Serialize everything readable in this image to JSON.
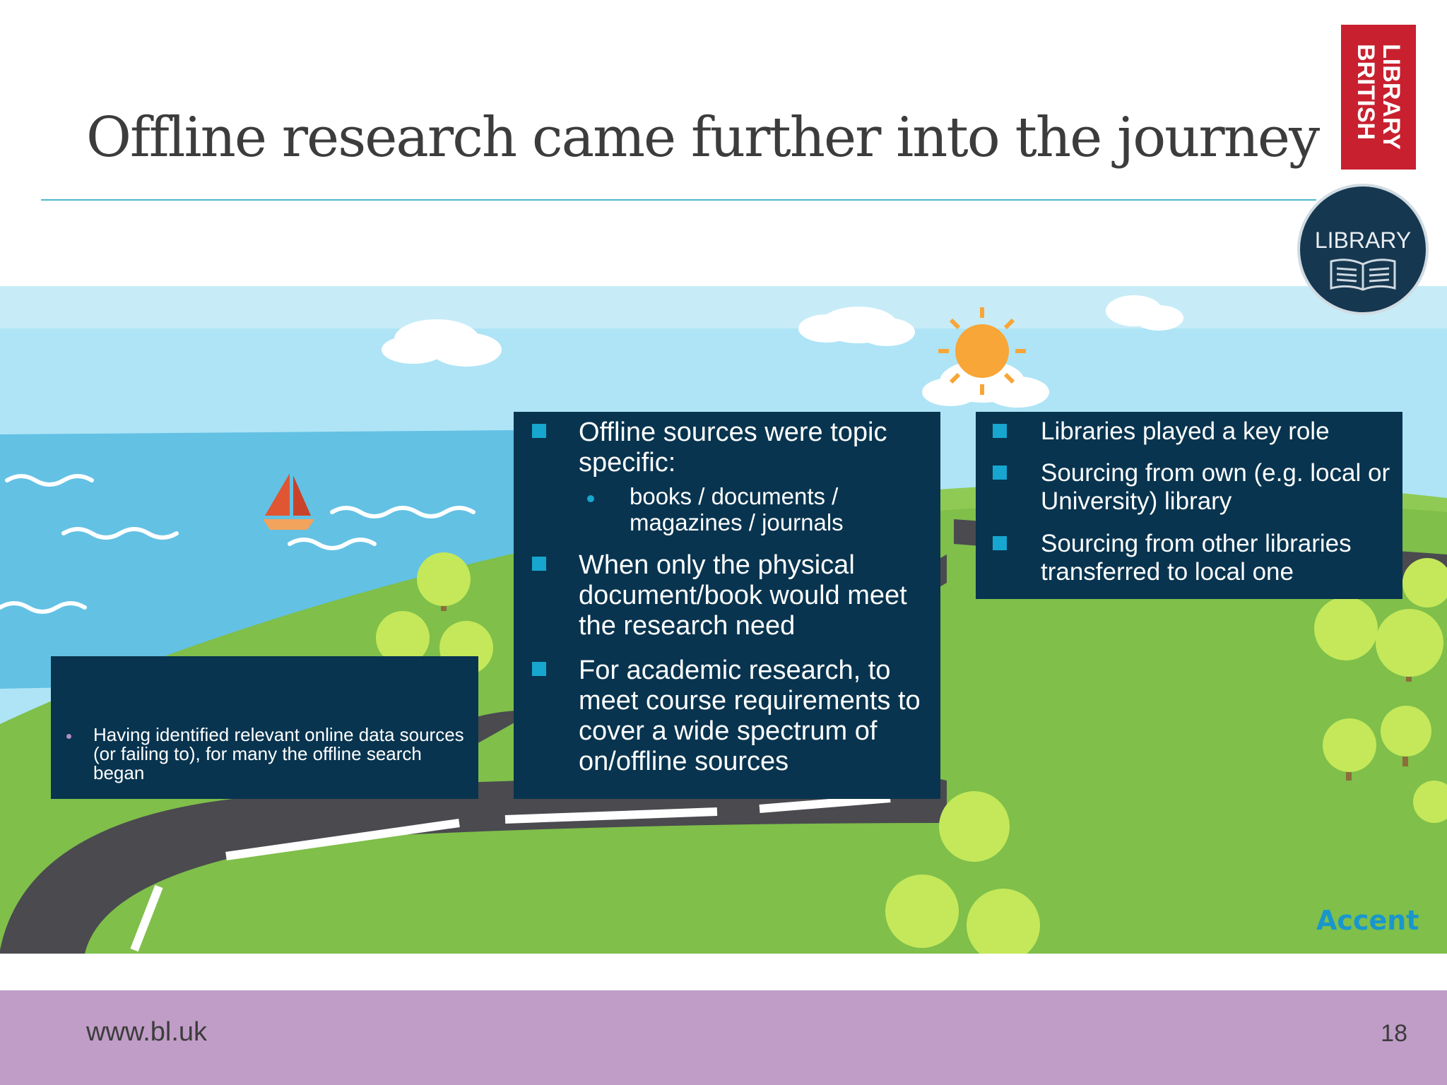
{
  "slide": {
    "title": "Offline research came further into the journey",
    "url": "www.bl.uk",
    "page_number": "18"
  },
  "logos": {
    "british_library": "BRITISH\nLIBRARY",
    "library_badge": "LIBRARY",
    "accent": "Accent"
  },
  "panels": {
    "left": {
      "text": "Having identified relevant online data sources (or failing to), for many the offline search began"
    },
    "middle": {
      "item1": "Offline sources were topic specific:",
      "sub1": "books / documents / magazines / journals",
      "item2": "When only the physical document/book would meet the research need",
      "item3": "For academic research, to meet course requirements to cover a wide spectrum of on/offline sources"
    },
    "right": {
      "item1": "Libraries played a key role",
      "item2": "Sourcing from own (e.g. local or University) library",
      "item3": "Sourcing from other libraries transferred to local one"
    }
  },
  "colors": {
    "panel": "#08344f",
    "bullet": "#17a6cf",
    "footer": "#c09dc7",
    "bl_red": "#c8202f",
    "rule": "#4fb8cf"
  }
}
